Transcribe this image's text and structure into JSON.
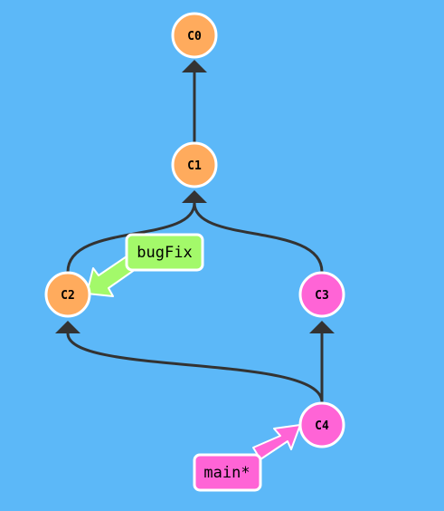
{
  "colors": {
    "background": "#5cb8f8",
    "edge": "#333333",
    "commit_default": "#ffab5d",
    "commit_main": "#ff64d6",
    "node_stroke": "#ffffff",
    "branch_bugfix": "#a3f96a",
    "branch_main": "#ff64d6"
  },
  "commits": [
    {
      "id": "C0",
      "label": "C0",
      "color": "#ffab5d"
    },
    {
      "id": "C1",
      "label": "C1",
      "color": "#ffab5d"
    },
    {
      "id": "C2",
      "label": "C2",
      "color": "#ffab5d"
    },
    {
      "id": "C3",
      "label": "C3",
      "color": "#ff64d6"
    },
    {
      "id": "C4",
      "label": "C4",
      "color": "#ff64d6"
    }
  ],
  "edges": [
    {
      "from": "C1",
      "to": "C0"
    },
    {
      "from": "C2",
      "to": "C1"
    },
    {
      "from": "C3",
      "to": "C1"
    },
    {
      "from": "C4",
      "to": "C2"
    },
    {
      "from": "C4",
      "to": "C3"
    }
  ],
  "branches": [
    {
      "id": "bugFix",
      "label": "bugFix",
      "target": "C2",
      "color": "#a3f96a"
    },
    {
      "id": "main",
      "label": "main*",
      "target": "C4",
      "color": "#ff64d6"
    }
  ]
}
